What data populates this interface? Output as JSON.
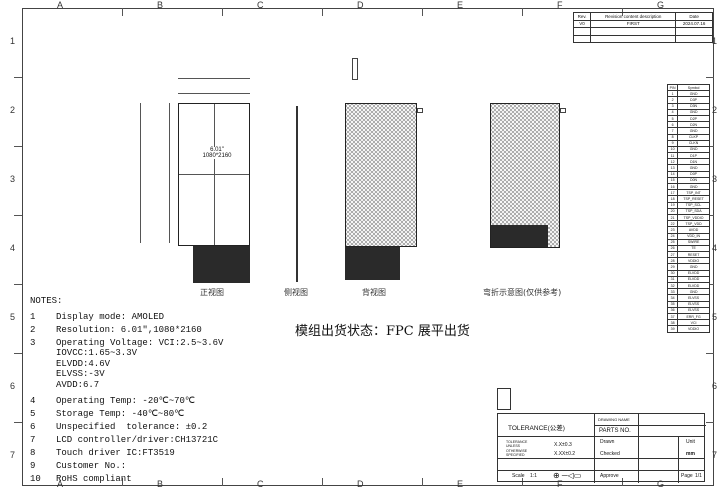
{
  "frame": {
    "columns": [
      "A",
      "B",
      "C",
      "D",
      "E",
      "F",
      "G"
    ],
    "rows": [
      "1",
      "2",
      "3",
      "4",
      "5",
      "6",
      "7"
    ]
  },
  "revision": {
    "headers": [
      "Rev.",
      "Revision content description",
      "Date"
    ],
    "rows": [
      [
        "V0",
        "FIRST",
        "2024.07.16"
      ]
    ]
  },
  "pins": {
    "headers": [
      "PIN",
      "Symbol"
    ],
    "rows": [
      [
        "1",
        "GND"
      ],
      [
        "2",
        "D3P"
      ],
      [
        "3",
        "D3N"
      ],
      [
        "4",
        "GND"
      ],
      [
        "5",
        "D2P"
      ],
      [
        "6",
        "D2N"
      ],
      [
        "7",
        "GND"
      ],
      [
        "8",
        "CLKP"
      ],
      [
        "9",
        "CLKN"
      ],
      [
        "10",
        "GND"
      ],
      [
        "11",
        "D1P"
      ],
      [
        "12",
        "D1N"
      ],
      [
        "13",
        "GND"
      ],
      [
        "14",
        "D0P"
      ],
      [
        "15",
        "D0N"
      ],
      [
        "16",
        "GND"
      ],
      [
        "17",
        "TSP_INT"
      ],
      [
        "18",
        "TSP_RESET"
      ],
      [
        "19",
        "TSP_SCL"
      ],
      [
        "20",
        "TSP_SDA"
      ],
      [
        "21",
        "TSP_VDDIO"
      ],
      [
        "22",
        "TSP_VDD"
      ],
      [
        "23",
        "AVDD"
      ],
      [
        "24",
        "VDD_IN"
      ],
      [
        "25",
        "SWIRE"
      ],
      [
        "26",
        "TE"
      ],
      [
        "27",
        "RESET"
      ],
      [
        "28",
        "VDDIO"
      ],
      [
        "29",
        "GND"
      ],
      [
        "30",
        "ELVDD"
      ],
      [
        "31",
        "ELVDD"
      ],
      [
        "32",
        "ELVDD"
      ],
      [
        "33",
        "GND"
      ],
      [
        "34",
        "ELVSS"
      ],
      [
        "35",
        "ELVSS"
      ],
      [
        "36",
        "ELVSS"
      ],
      [
        "37",
        "ERR_FG"
      ],
      [
        "38",
        "VCI"
      ],
      [
        "39",
        "VDDIO"
      ]
    ]
  },
  "front_view": {
    "size": "6.01\"",
    "resolution": "1080*2160",
    "label": "正视图"
  },
  "side_view": {
    "label": "侧视图"
  },
  "back_view": {
    "label": "背视图"
  },
  "bend_view": {
    "label": "弯折示意图(仅供参考)"
  },
  "shipping_note": "模组出货状态：FPC 展平出货",
  "notes": {
    "title": "NOTES:",
    "items": [
      {
        "n": "1",
        "text": "Display mode: AMOLED"
      },
      {
        "n": "2",
        "text": "Resolution: 6.01\",1080*2160"
      },
      {
        "n": "3",
        "text": "Operating Voltage: VCI:2.5~3.6V",
        "sub": [
          "IOVCC:1.65~3.3V",
          "ELVDD:4.6V",
          "ELVSS:-3V",
          "AVDD:6.7"
        ]
      },
      {
        "n": "4",
        "text": "Operating Temp: -20℃~70℃"
      },
      {
        "n": "5",
        "text": "Storage Temp: -40℃~80℃"
      },
      {
        "n": "6",
        "text": "Unspecified  tolerance: ±0.2"
      },
      {
        "n": "7",
        "text": "LCD controller/driver:CH13721C"
      },
      {
        "n": "8",
        "text": "Touch driver IC:FT3519"
      },
      {
        "n": "9",
        "text": "Customer No.:"
      },
      {
        "n": "10",
        "text": "RoHS compliant"
      }
    ]
  },
  "title_block": {
    "tolerance": "TOLERANCE(公差)",
    "drawing_name": "DRAWING NAME",
    "parts_no": "PARTS NO.",
    "tol_unless": "TOLERANCE UNLESS",
    "tol_unless_val": "X.X±0.3",
    "otherwise": "OTHERWISE SPECIFIED",
    "otherwise_val": "X.XX±0.2",
    "scale": "Scale",
    "scale_val": "1:1",
    "drawn": "Drawn",
    "checked": "Checked",
    "approve": "Approve",
    "unit": "Unit",
    "unit_val": "mm",
    "page": "Page",
    "page_val": "1/1"
  }
}
